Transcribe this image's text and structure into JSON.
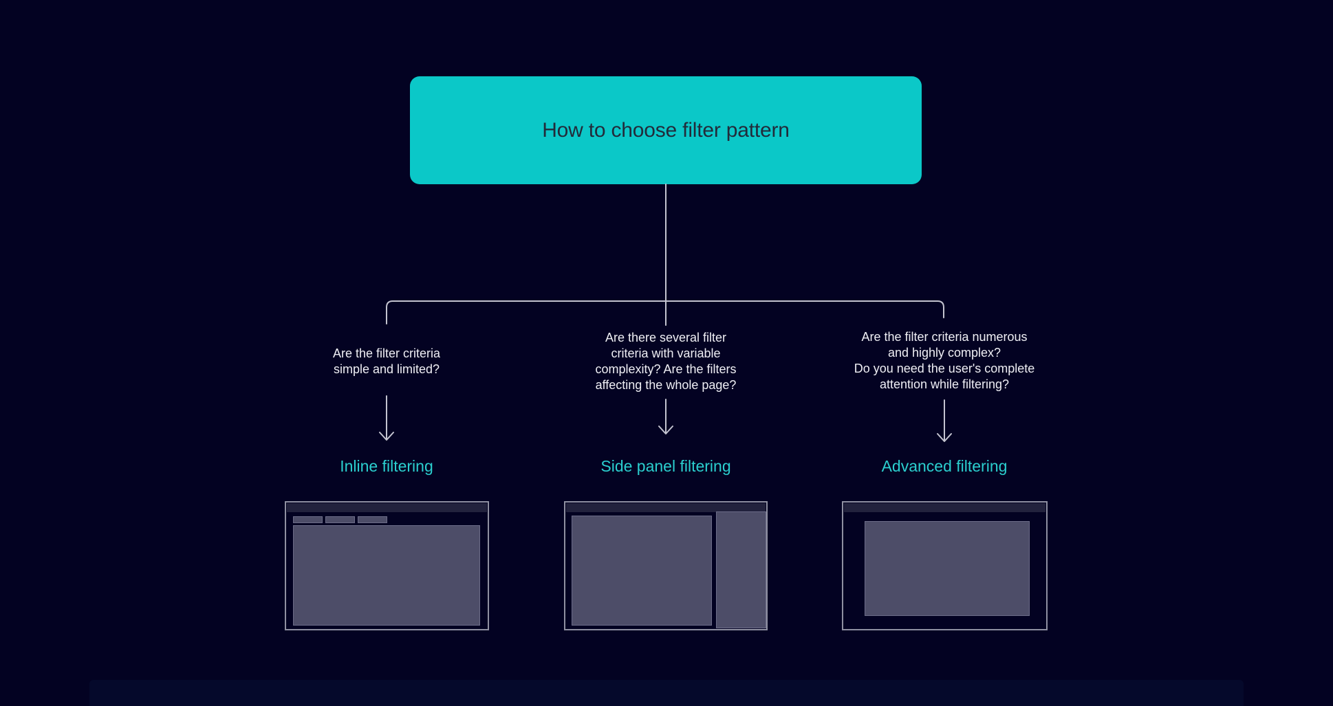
{
  "title_card": {
    "label": "How to choose filter pattern"
  },
  "branches": [
    {
      "id": "inline-filtering",
      "question_lines": [
        "Are the filter criteria",
        "simple and limited?"
      ],
      "label": "Inline filtering",
      "thumbnail": "inline-filtering-wireframe"
    },
    {
      "id": "side-panel-filtering",
      "question_lines": [
        "Are there several filter",
        "criteria with variable",
        "complexity? Are the filters",
        "affecting the whole page?"
      ],
      "label": "Side panel filtering",
      "thumbnail": "side-panel-filtering-wireframe"
    },
    {
      "id": "advanced-filtering",
      "question_lines": [
        "Are the filter criteria numerous",
        "and highly complex?",
        "Do you need the user's complete",
        "attention while filtering?"
      ],
      "label": "Advanced filtering",
      "thumbnail": "advanced-filtering-wireframe"
    }
  ],
  "colors": {
    "background": "#030222",
    "accent_teal": "#0BC8C8",
    "label_teal": "#2BCFCF",
    "title_text": "#222B3A",
    "question_text": "#EFEFF4",
    "connector_line": "#C4C4D0",
    "wireframe_border": "#8F90A1",
    "wireframe_header": "#22223D",
    "wireframe_fill": "#4D4D68"
  }
}
